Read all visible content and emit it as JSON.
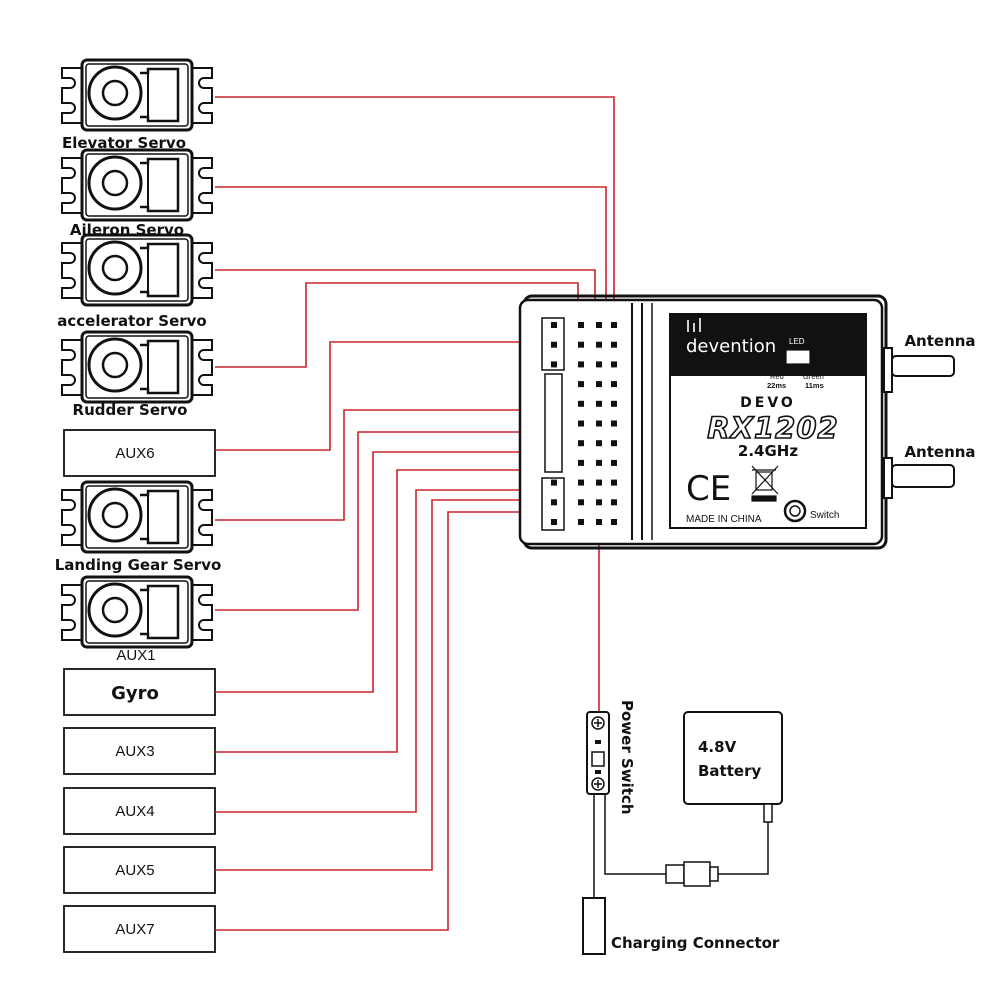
{
  "servos": [
    {
      "label": "Elevator Servo"
    },
    {
      "label": "Aileron Servo"
    },
    {
      "label": "accelerator Servo"
    },
    {
      "label": "Rudder Servo"
    },
    {
      "label": "Landing Gear Servo"
    },
    {
      "label": "AUX1"
    }
  ],
  "aux_boxes": [
    {
      "label": "AUX6"
    },
    {
      "label": "Gyro"
    },
    {
      "label": "AUX3"
    },
    {
      "label": "AUX4"
    },
    {
      "label": "AUX5"
    },
    {
      "label": "AUX7"
    }
  ],
  "receiver": {
    "brand": "devention",
    "led_label": "LED",
    "led_red": "Red",
    "led_red_time": "22ms",
    "led_green": "Green",
    "led_green_time": "11ms",
    "series": "DEVO",
    "model": "RX1202",
    "frequency": "2.4GHz",
    "ce_mark": "CE",
    "made_in": "MADE IN CHINA",
    "switch_label": "Switch"
  },
  "antennas": [
    {
      "label": "Antenna"
    },
    {
      "label": "Antenna"
    }
  ],
  "power_switch": {
    "label": "Power Switch"
  },
  "battery": {
    "line1": "4.8V",
    "line2": "Battery"
  },
  "charging_connector": {
    "label": "Charging Connector"
  },
  "colors": {
    "wire": "#c8232c",
    "outline": "#111111",
    "label_panel": "#111111"
  }
}
